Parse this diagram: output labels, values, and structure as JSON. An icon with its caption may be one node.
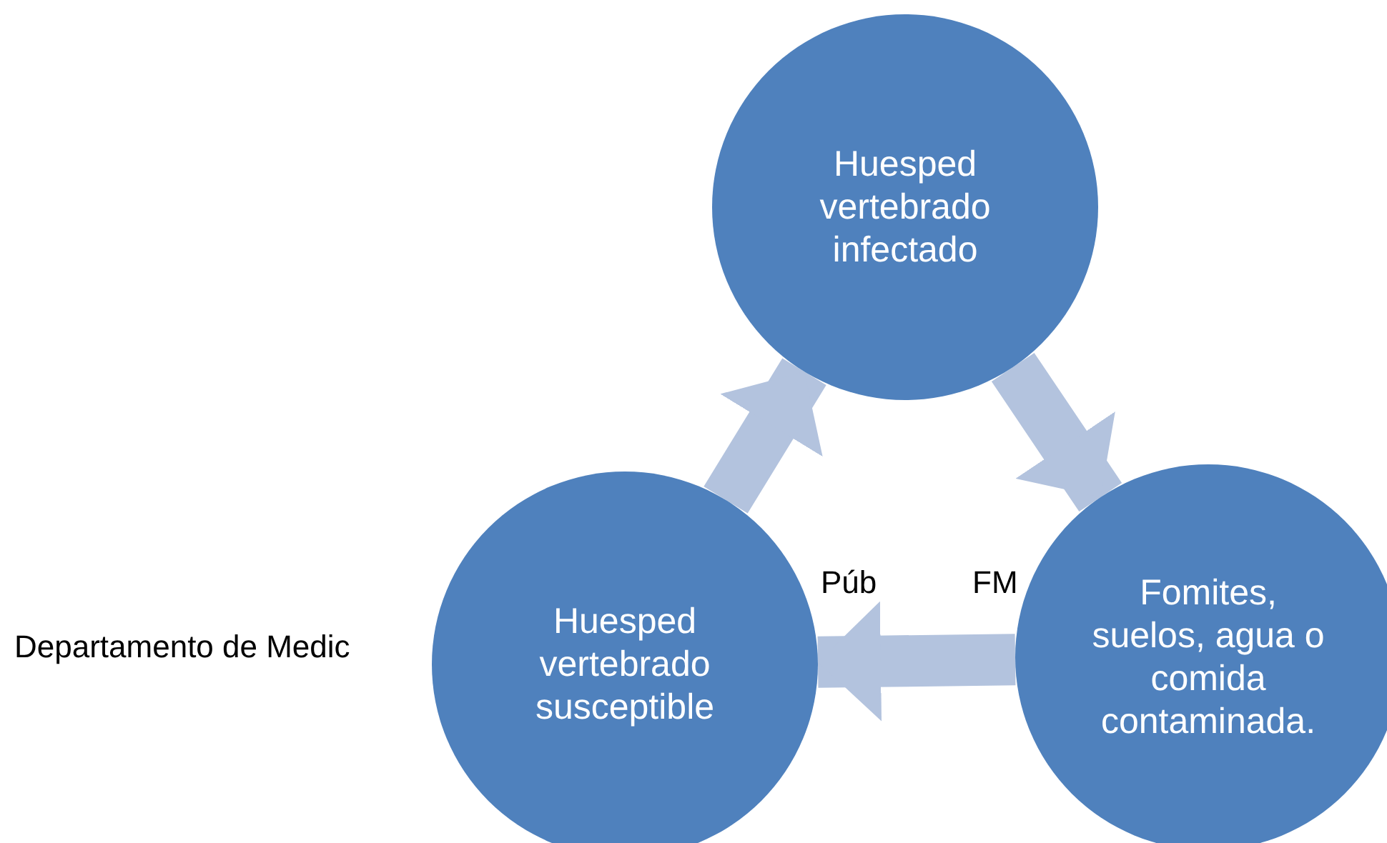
{
  "diagram": {
    "nodes": [
      {
        "text": [
          "Huesped vertebrado infectado"
        ]
      },
      {
        "text": [
          "Huesped vertebrado susceptible"
        ]
      },
      {
        "text": [
          "Fomites, suelos, agua o comida contaminada."
        ]
      }
    ],
    "edges": [
      {
        "from": 1,
        "to": 0,
        "arrow": "to"
      },
      {
        "from": 0,
        "to": 2,
        "arrow": "to"
      },
      {
        "from": 2,
        "to": 1,
        "arrow": "to"
      }
    ],
    "labels": [
      "Departamento de Medic",
      "Púb",
      "FM"
    ]
  }
}
